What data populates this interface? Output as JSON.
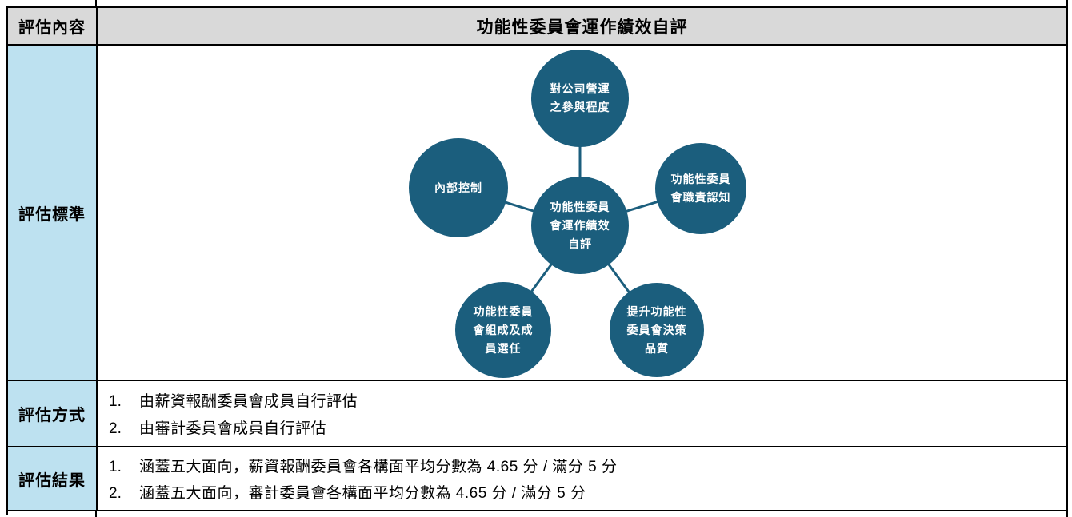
{
  "table": {
    "row_labels": {
      "content": "評估內容",
      "criteria": "評估標準",
      "method": "評估方式",
      "result": "評估結果"
    },
    "title": "功能性委員會運作績效自評",
    "method_items": [
      {
        "num": "1.",
        "text": "由薪資報酬委員會成員自行評估"
      },
      {
        "num": "2.",
        "text": "由審計委員會成員自行評估"
      }
    ],
    "result_items": [
      {
        "num": "1.",
        "text": "涵蓋五大面向，薪資報酬委員會各構面平均分數為 4.65 分 / 滿分 5 分"
      },
      {
        "num": "2.",
        "text": "涵蓋五大面向，審計委員會各構面平均分數為 4.65 分 / 滿分 5 分"
      }
    ]
  },
  "diagram": {
    "center": {
      "lines": [
        "功能性委員",
        "會運作績效",
        "自評"
      ]
    },
    "nodes": [
      {
        "id": "company-operation-participation",
        "lines": [
          "對公司營運",
          "之參與程度"
        ]
      },
      {
        "id": "internal-control",
        "lines": [
          "內部控制"
        ]
      },
      {
        "id": "committee-duty-awareness",
        "lines": [
          "功能性委員",
          "會職責認知"
        ]
      },
      {
        "id": "committee-composition-selection",
        "lines": [
          "功能性委員",
          "會組成及成",
          "員選任"
        ]
      },
      {
        "id": "improve-decision-quality",
        "lines": [
          "提升功能性",
          "委員會決策",
          "品質"
        ]
      }
    ]
  },
  "colors": {
    "bubble_teal": "#1B5E7D",
    "header_gray": "#D9D9D9",
    "label_blue": "#BDE1F0",
    "border_black": "#000000",
    "bubble_text": "#FFFFFF"
  }
}
